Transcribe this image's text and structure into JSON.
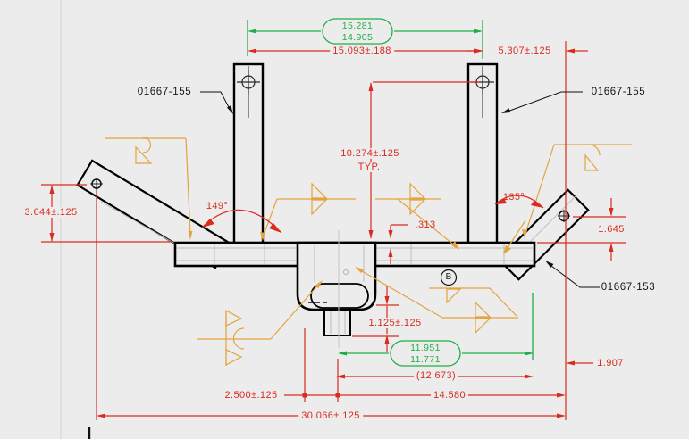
{
  "colors": {
    "background": "#ececec",
    "dimension_red": "#d92b1f",
    "reference_green": "#1fae46",
    "weld_orange": "#e4a33c",
    "geometry_black": "#000000",
    "tangent_gray": "#bdbdbd"
  },
  "parts": {
    "left_post_label": "01667-155",
    "right_post_label": "01667-155",
    "cross_tube_label": "01667-153",
    "weld_balloon": "B"
  },
  "dimensions": {
    "fit_top": {
      "line1": "15.281",
      "line2": "14.905"
    },
    "overall_top": "15.093±.188",
    "offset_top_right": "5.307±.125",
    "post_height_line1": "10.274±.125",
    "post_height_line2": "TYP.",
    "wing_height": "3.644±.125",
    "left_wing_angle": "149°",
    "right_wing_angle": "135°",
    "wall_thickness": ".313",
    "right_wing_drop": "1.645",
    "tab_length": "1.125±.125",
    "fit_bottom": {
      "line1": "11.951",
      "line2": "11.771"
    },
    "reference_width": "(12.673)",
    "tab_offset": "2.500±.125",
    "mid_span": "14.580",
    "overall_width": "30.066±.125",
    "right_overhang": "1.907"
  }
}
